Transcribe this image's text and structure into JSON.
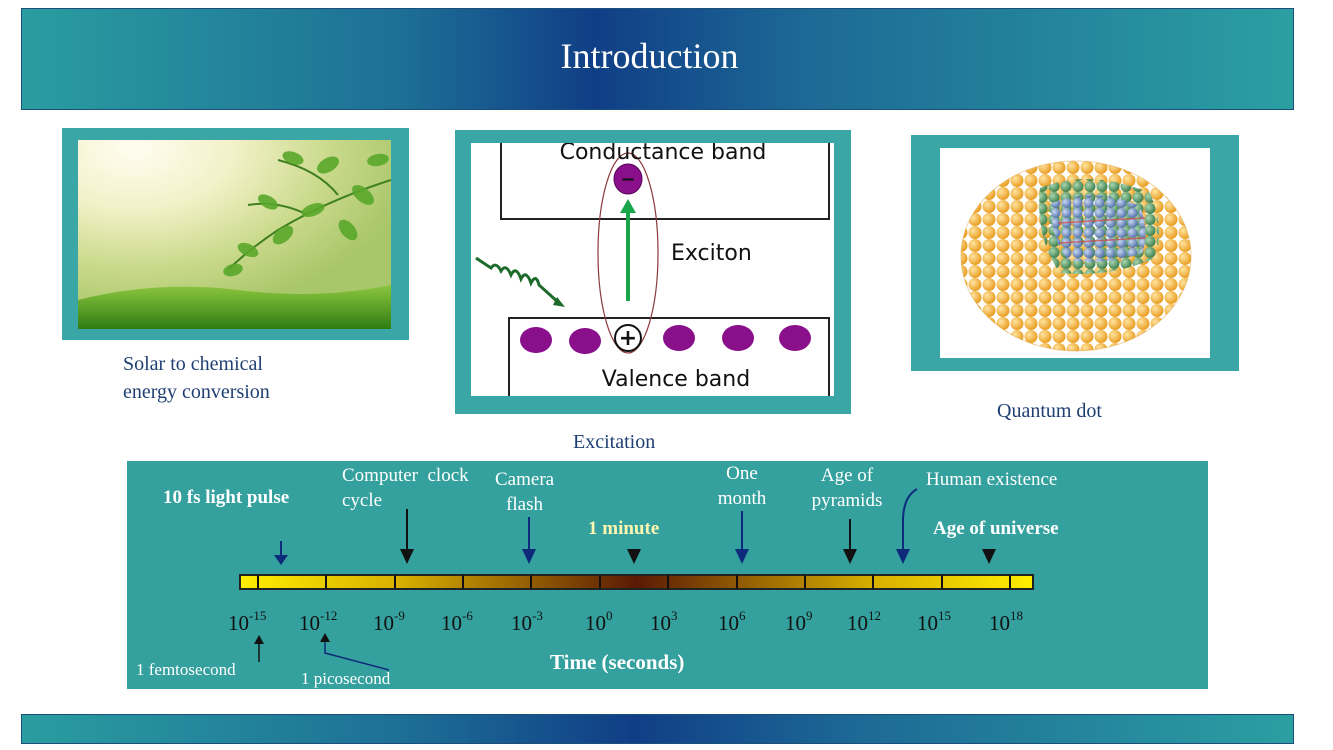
{
  "slide": {
    "title": "Introduction"
  },
  "panels": {
    "solar": {
      "caption_line1": "Solar to chemical",
      "caption_line2": "energy conversion"
    },
    "excitation": {
      "conductance_label": "Conductance band",
      "valence_label": "Valence band",
      "exciton_label": "Exciton",
      "minus_symbol": "−",
      "plus_symbol": "+",
      "caption": "Excitation"
    },
    "quantum_dot": {
      "caption": "Quantum dot"
    }
  },
  "timeline": {
    "axis_title": "Time (seconds)",
    "ticks": [
      {
        "base": "10",
        "exp": "-15"
      },
      {
        "base": "10",
        "exp": "-12"
      },
      {
        "base": "10",
        "exp": "-9"
      },
      {
        "base": "10",
        "exp": "-6"
      },
      {
        "base": "10",
        "exp": "-3"
      },
      {
        "base": "10",
        "exp": "0"
      },
      {
        "base": "10",
        "exp": "3"
      },
      {
        "base": "10",
        "exp": "6"
      },
      {
        "base": "10",
        "exp": "9"
      },
      {
        "base": "10",
        "exp": "12"
      },
      {
        "base": "10",
        "exp": "15"
      },
      {
        "base": "10",
        "exp": "18"
      }
    ],
    "events": {
      "light_pulse": "10 fs light pulse",
      "clock_line1": "Computer  clock",
      "clock_line2": "cycle",
      "camera_line1": "Camera",
      "camera_line2": "flash",
      "minute": "1 minute",
      "month_line1": "One",
      "month_line2": "month",
      "pyramids_line1": "Age of",
      "pyramids_line2": "pyramids",
      "human": "Human existence",
      "universe": "Age of universe"
    },
    "units": {
      "femto": "1 femtosecond",
      "pico": "1 picosecond"
    }
  },
  "colors": {
    "teal": "#3aa7a6",
    "navy": "#103e86",
    "bar_yellow": "#ffee00",
    "bar_dark": "#5a1a05",
    "minute_text": "#fff6b0"
  }
}
